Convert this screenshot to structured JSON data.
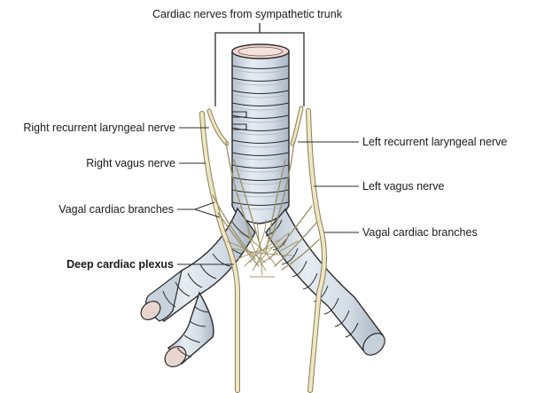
{
  "labels": {
    "top": "Cardiac nerves from sympathetic trunk",
    "right_recurrent": "Right recurrent laryngeal nerve",
    "right_vagus": "Right vagus nerve",
    "vagal_left_side": "Vagal cardiac branches",
    "deep_plexus": "Deep cardiac plexus",
    "left_recurrent": "Left recurrent laryngeal nerve",
    "left_vagus": "Left vagus nerve",
    "vagal_right_side": "Vagal cardiac branches"
  },
  "colors": {
    "cartilage": "#d9e1ea",
    "cartilage_shade": "#aab7c6",
    "outline": "#2b2b2b",
    "nerve": "#efe6c4",
    "nerve_outline": "#8a7d55",
    "lumen": "#f3d6d0"
  }
}
